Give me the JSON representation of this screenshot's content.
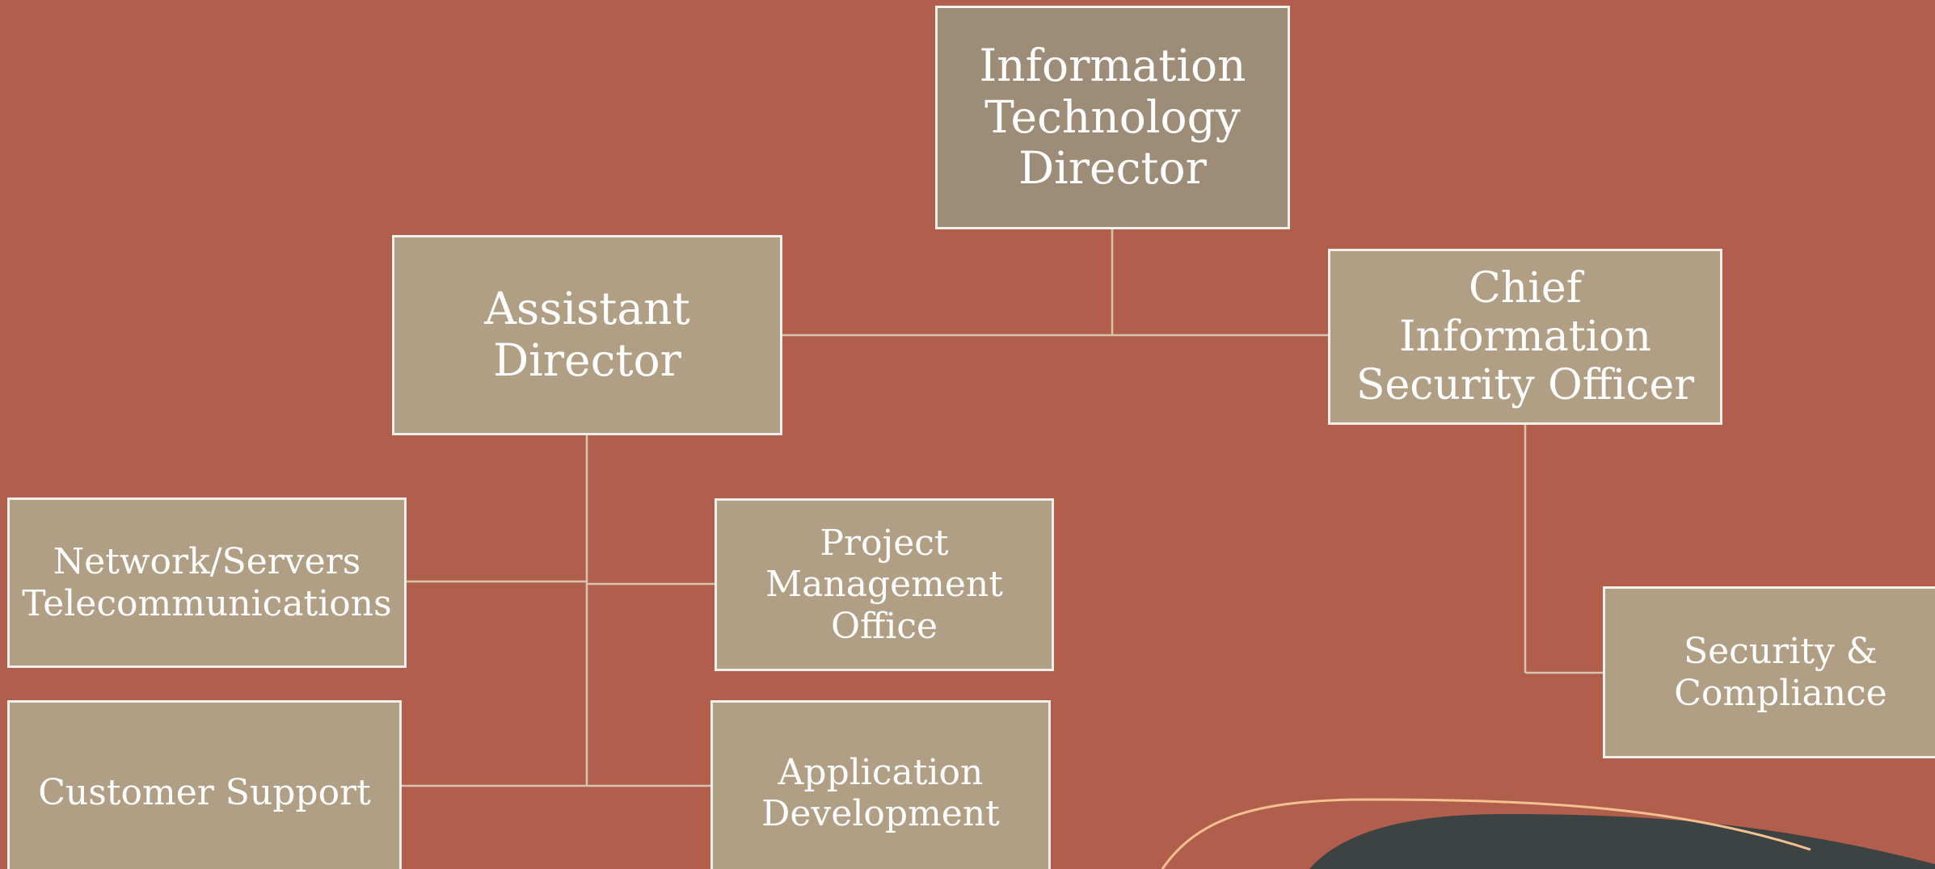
{
  "colors": {
    "background": "#B15E4D",
    "box_fill": "#B09F85",
    "top_box_fill": "#9D8C77",
    "box_border": "#F4EFEA",
    "text": "#FFFFFF",
    "connector": "#D8C3AE",
    "dark_blob": "#3D4242",
    "accent_curve": "#F3C08F"
  },
  "org_chart": {
    "director": "Information\nTechnology\nDirector",
    "assistant_director": "Assistant\nDirector",
    "ciso": "Chief\nInformation\nSecurity Officer",
    "network_servers": "Network/Servers\nTelecommunications",
    "project_management": "Project\nManagement\nOffice",
    "customer_support": "Customer Support",
    "application_development": "Application\nDevelopment",
    "security_compliance": "Security &\nCompliance"
  }
}
